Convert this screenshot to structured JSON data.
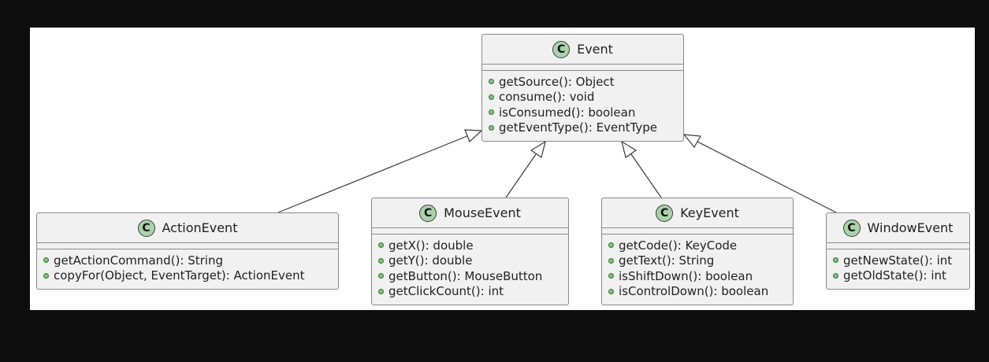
{
  "diagram": {
    "classes": [
      {
        "id": "event",
        "stereotype": "C",
        "name": "Event",
        "members": [
          "getSource(): Object",
          "consume(): void",
          "isConsumed(): boolean",
          "getEventType(): EventType"
        ]
      },
      {
        "id": "action-event",
        "stereotype": "C",
        "name": "ActionEvent",
        "members": [
          "getActionCommand(): String",
          "copyFor(Object, EventTarget): ActionEvent"
        ]
      },
      {
        "id": "mouse-event",
        "stereotype": "C",
        "name": "MouseEvent",
        "members": [
          "getX(): double",
          "getY(): double",
          "getButton(): MouseButton",
          "getClickCount(): int"
        ]
      },
      {
        "id": "key-event",
        "stereotype": "C",
        "name": "KeyEvent",
        "members": [
          "getCode(): KeyCode",
          "getText(): String",
          "isShiftDown(): boolean",
          "isControlDown(): boolean"
        ]
      },
      {
        "id": "window-event",
        "stereotype": "C",
        "name": "WindowEvent",
        "members": [
          "getNewState(): int",
          "getOldState(): int"
        ]
      }
    ],
    "relations": [
      {
        "type": "extends",
        "from": "action-event",
        "to": "event"
      },
      {
        "type": "extends",
        "from": "mouse-event",
        "to": "event"
      },
      {
        "type": "extends",
        "from": "key-event",
        "to": "event"
      },
      {
        "type": "extends",
        "from": "window-event",
        "to": "event"
      }
    ]
  }
}
